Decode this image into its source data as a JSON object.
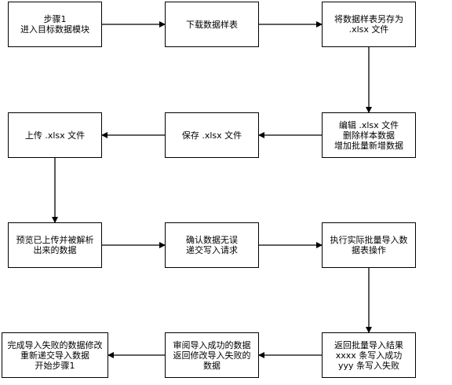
{
  "diagram": {
    "stroke_color": "#000000",
    "fill_color": "#ffffff",
    "nodes": [
      {
        "id": "n1",
        "lines": [
          "步骤1",
          "进入目标数据模块"
        ]
      },
      {
        "id": "n2",
        "lines": [
          "下载数据样表"
        ]
      },
      {
        "id": "n3",
        "lines": [
          "将数据样表另存为",
          ".xlsx 文件"
        ]
      },
      {
        "id": "n4",
        "lines": [
          "编辑 .xlsx 文件",
          "删除样本数据",
          "增加批量新增数据"
        ]
      },
      {
        "id": "n5",
        "lines": [
          "保存 .xlsx 文件"
        ]
      },
      {
        "id": "n6",
        "lines": [
          "上传 .xlsx 文件"
        ]
      },
      {
        "id": "n7",
        "lines": [
          "预览已上传并被解析",
          "出来的数据"
        ]
      },
      {
        "id": "n8",
        "lines": [
          "确认数据无误",
          "递交写入请求"
        ]
      },
      {
        "id": "n9",
        "lines": [
          "执行实际批量导入数",
          "据表操作"
        ]
      },
      {
        "id": "n10",
        "lines": [
          "返回批量导入结果",
          "xxxx 条写入成功",
          "yyy 条写入失败"
        ]
      },
      {
        "id": "n11",
        "lines": [
          "审阅导入成功的数据",
          "返回修改导入失败的",
          "数据"
        ]
      },
      {
        "id": "n12",
        "lines": [
          "完成导入失败的数据修改",
          "重新递交导入数据",
          "开始步骤1"
        ]
      }
    ],
    "edges": [
      {
        "from": "n1",
        "to": "n2"
      },
      {
        "from": "n2",
        "to": "n3"
      },
      {
        "from": "n3",
        "to": "n4"
      },
      {
        "from": "n4",
        "to": "n5"
      },
      {
        "from": "n5",
        "to": "n6"
      },
      {
        "from": "n6",
        "to": "n7"
      },
      {
        "from": "n7",
        "to": "n8"
      },
      {
        "from": "n8",
        "to": "n9"
      },
      {
        "from": "n9",
        "to": "n10"
      },
      {
        "from": "n10",
        "to": "n11"
      },
      {
        "from": "n11",
        "to": "n12"
      }
    ]
  }
}
